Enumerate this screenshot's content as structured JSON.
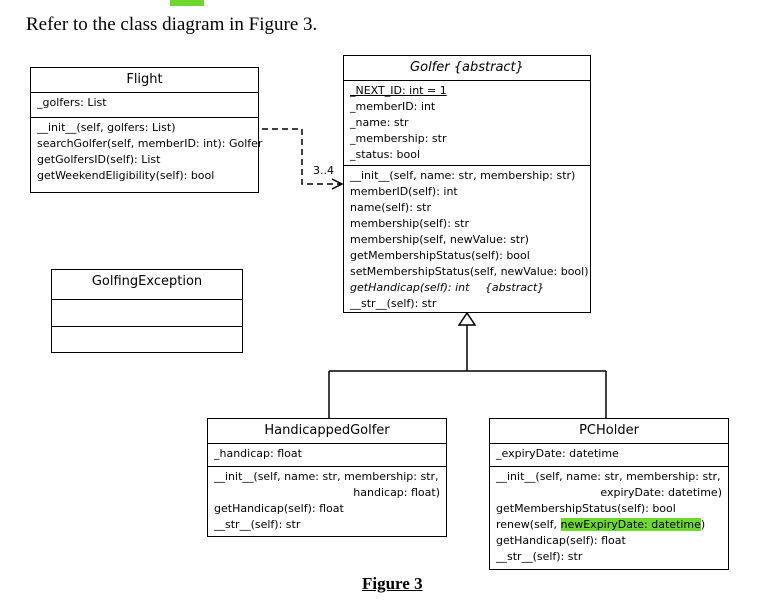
{
  "intro_text": "Refer to the class diagram in Figure 3.",
  "multiplicity": "3..4",
  "caption": "Figure 3",
  "colors": {
    "highlight": "#6fd82f"
  },
  "flight": {
    "name": "Flight",
    "attributes": [
      "_golfers: List"
    ],
    "methods": [
      "__init__(self, golfers: List)",
      "searchGolfer(self, memberID: int): Golfer",
      "getGolfersID(self): List",
      "getWeekendEligibility(self): bool"
    ]
  },
  "golfer": {
    "name": "Golfer {abstract}",
    "static_attribute": "_NEXT_ID: int = 1",
    "attributes": [
      "_memberID: int",
      "_name: str",
      "_membership: str",
      "_status: bool"
    ],
    "methods": [
      "__init__(self, name: str, membership: str)",
      "memberID(self): int",
      "name(self): str",
      "membership(self): str",
      "membership(self, newValue: str)",
      "getMembershipStatus(self): bool",
      "setMembershipStatus(self, newValue: bool)"
    ],
    "abstract_method": "getHandicap(self): int",
    "abstract_tag": "{abstract}",
    "last_method": "__str__(self): str"
  },
  "golfing_exception": {
    "name": "GolfingException"
  },
  "handicapped_golfer": {
    "name": "HandicappedGolfer",
    "attributes": [
      "_handicap: float"
    ],
    "init_line1": "__init__(self, name: str, membership: str,",
    "init_line2": "handicap: float)",
    "methods": [
      "getHandicap(self): float",
      "__str__(self): str"
    ]
  },
  "pcholder": {
    "name": "PCHolder",
    "attributes": [
      "_expiryDate: datetime"
    ],
    "init_line1": "__init__(self, name: str, membership: str,",
    "init_line2": "expiryDate: datetime)",
    "method_status": "getMembershipStatus(self): bool",
    "renew_prefix": "renew(self, ",
    "renew_highlight": "newExpiryDate: datetime",
    "renew_suffix": ")",
    "methods_after": [
      "getHandicap(self): float",
      "__str__(self): str"
    ]
  }
}
